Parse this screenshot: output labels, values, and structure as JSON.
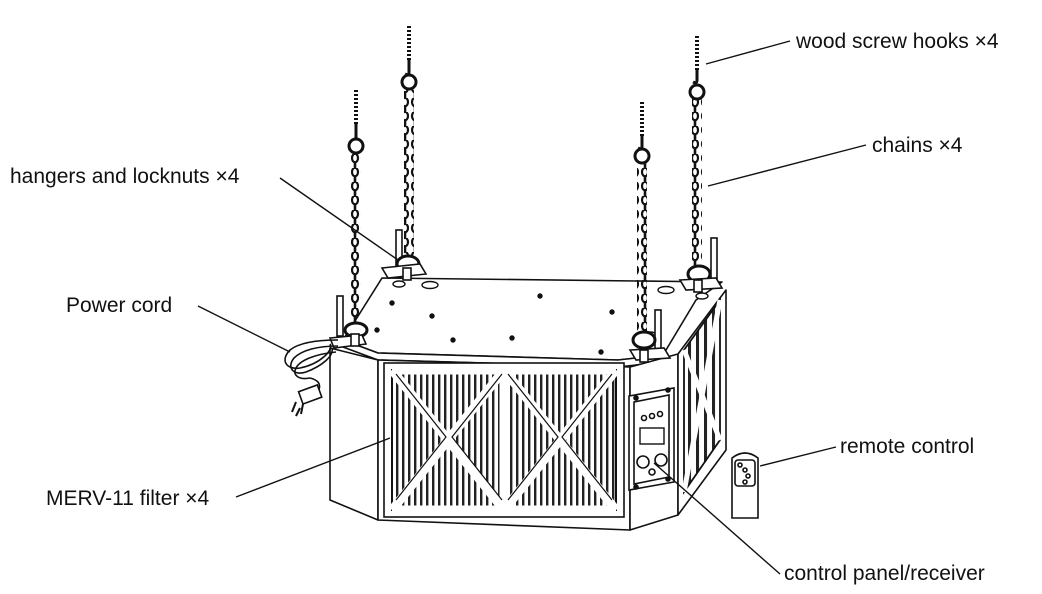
{
  "diagram": {
    "labels": {
      "hooks": "wood screw hooks ×4",
      "chains": "chains ×4",
      "hangers": "hangers and locknuts ×4",
      "power_cord": "Power cord",
      "remote": "remote control",
      "filter": "MERV-11 filter ×4",
      "control_panel": "control panel/receiver"
    }
  }
}
